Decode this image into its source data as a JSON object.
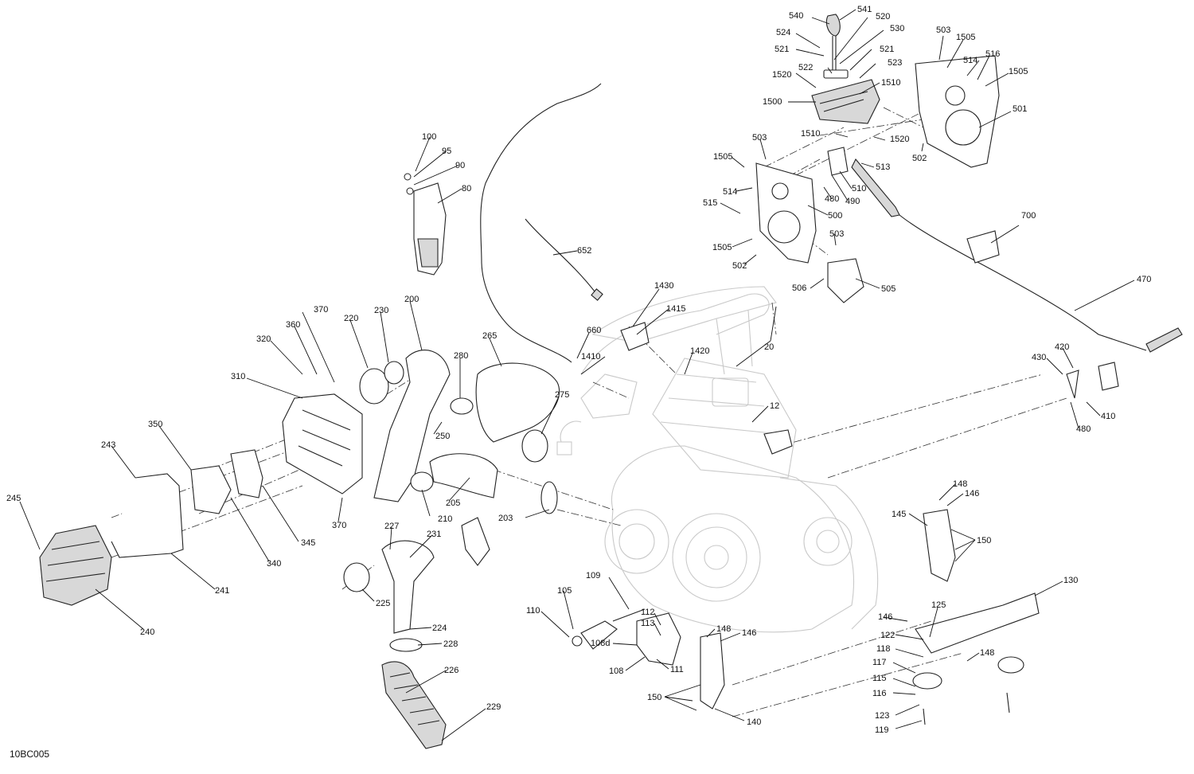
{
  "diagram": {
    "drawing_code": "10BC005",
    "callouts": [
      {
        "id": "c540",
        "text": "540"
      },
      {
        "id": "c541",
        "text": "541"
      },
      {
        "id": "c520",
        "text": "520"
      },
      {
        "id": "c530",
        "text": "530"
      },
      {
        "id": "c524",
        "text": "524"
      },
      {
        "id": "c521a",
        "text": "521"
      },
      {
        "id": "c521b",
        "text": "521"
      },
      {
        "id": "c522",
        "text": "522"
      },
      {
        "id": "c523",
        "text": "523"
      },
      {
        "id": "c1520a",
        "text": "1520"
      },
      {
        "id": "c1510a",
        "text": "1510"
      },
      {
        "id": "c1500",
        "text": "1500"
      },
      {
        "id": "c1510b",
        "text": "1510"
      },
      {
        "id": "c1520b",
        "text": "1520"
      },
      {
        "id": "c503a",
        "text": "503"
      },
      {
        "id": "c1505a",
        "text": "1505"
      },
      {
        "id": "c514a",
        "text": "514"
      },
      {
        "id": "c516",
        "text": "516"
      },
      {
        "id": "c1505b",
        "text": "1505"
      },
      {
        "id": "c501",
        "text": "501"
      },
      {
        "id": "c502a",
        "text": "502"
      },
      {
        "id": "c503b",
        "text": "503"
      },
      {
        "id": "c1505c",
        "text": "1505"
      },
      {
        "id": "c514b",
        "text": "514"
      },
      {
        "id": "c515",
        "text": "515"
      },
      {
        "id": "c1505d",
        "text": "1505"
      },
      {
        "id": "c502b",
        "text": "502"
      },
      {
        "id": "c500",
        "text": "500"
      },
      {
        "id": "c480a",
        "text": "480"
      },
      {
        "id": "c490",
        "text": "490"
      },
      {
        "id": "c510",
        "text": "510"
      },
      {
        "id": "c513",
        "text": "513"
      },
      {
        "id": "c503c",
        "text": "503"
      },
      {
        "id": "c506",
        "text": "506"
      },
      {
        "id": "c505",
        "text": "505"
      },
      {
        "id": "c700",
        "text": "700"
      },
      {
        "id": "c470",
        "text": "470"
      },
      {
        "id": "c430",
        "text": "430"
      },
      {
        "id": "c420",
        "text": "420"
      },
      {
        "id": "c410",
        "text": "410"
      },
      {
        "id": "c480b",
        "text": "480"
      },
      {
        "id": "c100",
        "text": "100"
      },
      {
        "id": "c95",
        "text": "95"
      },
      {
        "id": "c90",
        "text": "90"
      },
      {
        "id": "c80",
        "text": "80"
      },
      {
        "id": "c652",
        "text": "652"
      },
      {
        "id": "c1430",
        "text": "1430"
      },
      {
        "id": "c1415",
        "text": "1415"
      },
      {
        "id": "c660",
        "text": "660"
      },
      {
        "id": "c1410",
        "text": "1410"
      },
      {
        "id": "c1420",
        "text": "1420"
      },
      {
        "id": "c20",
        "text": "20"
      },
      {
        "id": "c12",
        "text": "12"
      },
      {
        "id": "c370a",
        "text": "370"
      },
      {
        "id": "c360",
        "text": "360"
      },
      {
        "id": "c320",
        "text": "320"
      },
      {
        "id": "c220",
        "text": "220"
      },
      {
        "id": "c230",
        "text": "230"
      },
      {
        "id": "c200",
        "text": "200"
      },
      {
        "id": "c310",
        "text": "310"
      },
      {
        "id": "c265",
        "text": "265"
      },
      {
        "id": "c280",
        "text": "280"
      },
      {
        "id": "c275",
        "text": "275"
      },
      {
        "id": "c250",
        "text": "250"
      },
      {
        "id": "c350",
        "text": "350"
      },
      {
        "id": "c243",
        "text": "243"
      },
      {
        "id": "c245",
        "text": "245"
      },
      {
        "id": "c370b",
        "text": "370"
      },
      {
        "id": "c345",
        "text": "345"
      },
      {
        "id": "c340",
        "text": "340"
      },
      {
        "id": "c241",
        "text": "241"
      },
      {
        "id": "c240",
        "text": "240"
      },
      {
        "id": "c210",
        "text": "210"
      },
      {
        "id": "c205",
        "text": "205"
      },
      {
        "id": "c203",
        "text": "203"
      },
      {
        "id": "c227",
        "text": "227"
      },
      {
        "id": "c231",
        "text": "231"
      },
      {
        "id": "c225",
        "text": "225"
      },
      {
        "id": "c224",
        "text": "224"
      },
      {
        "id": "c228",
        "text": "228"
      },
      {
        "id": "c226",
        "text": "226"
      },
      {
        "id": "c229",
        "text": "229"
      },
      {
        "id": "c109",
        "text": "109"
      },
      {
        "id": "c105",
        "text": "105"
      },
      {
        "id": "c110",
        "text": "110"
      },
      {
        "id": "c112",
        "text": "112"
      },
      {
        "id": "c113",
        "text": "113"
      },
      {
        "id": "c108d",
        "text": "108d"
      },
      {
        "id": "c108",
        "text": "108"
      },
      {
        "id": "c111",
        "text": "111"
      },
      {
        "id": "c148a",
        "text": "148"
      },
      {
        "id": "c146a",
        "text": "146"
      },
      {
        "id": "c150a",
        "text": "150"
      },
      {
        "id": "c140",
        "text": "140"
      },
      {
        "id": "c148b",
        "text": "148"
      },
      {
        "id": "c146b",
        "text": "146"
      },
      {
        "id": "c145",
        "text": "145"
      },
      {
        "id": "c150b",
        "text": "150"
      },
      {
        "id": "c130",
        "text": "130"
      },
      {
        "id": "c125",
        "text": "125"
      },
      {
        "id": "c146c",
        "text": "146"
      },
      {
        "id": "c122",
        "text": "122"
      },
      {
        "id": "c118",
        "text": "118"
      },
      {
        "id": "c117",
        "text": "117"
      },
      {
        "id": "c115",
        "text": "115"
      },
      {
        "id": "c116",
        "text": "116"
      },
      {
        "id": "c123",
        "text": "123"
      },
      {
        "id": "c119",
        "text": "119"
      },
      {
        "id": "c148c",
        "text": "148"
      }
    ]
  }
}
